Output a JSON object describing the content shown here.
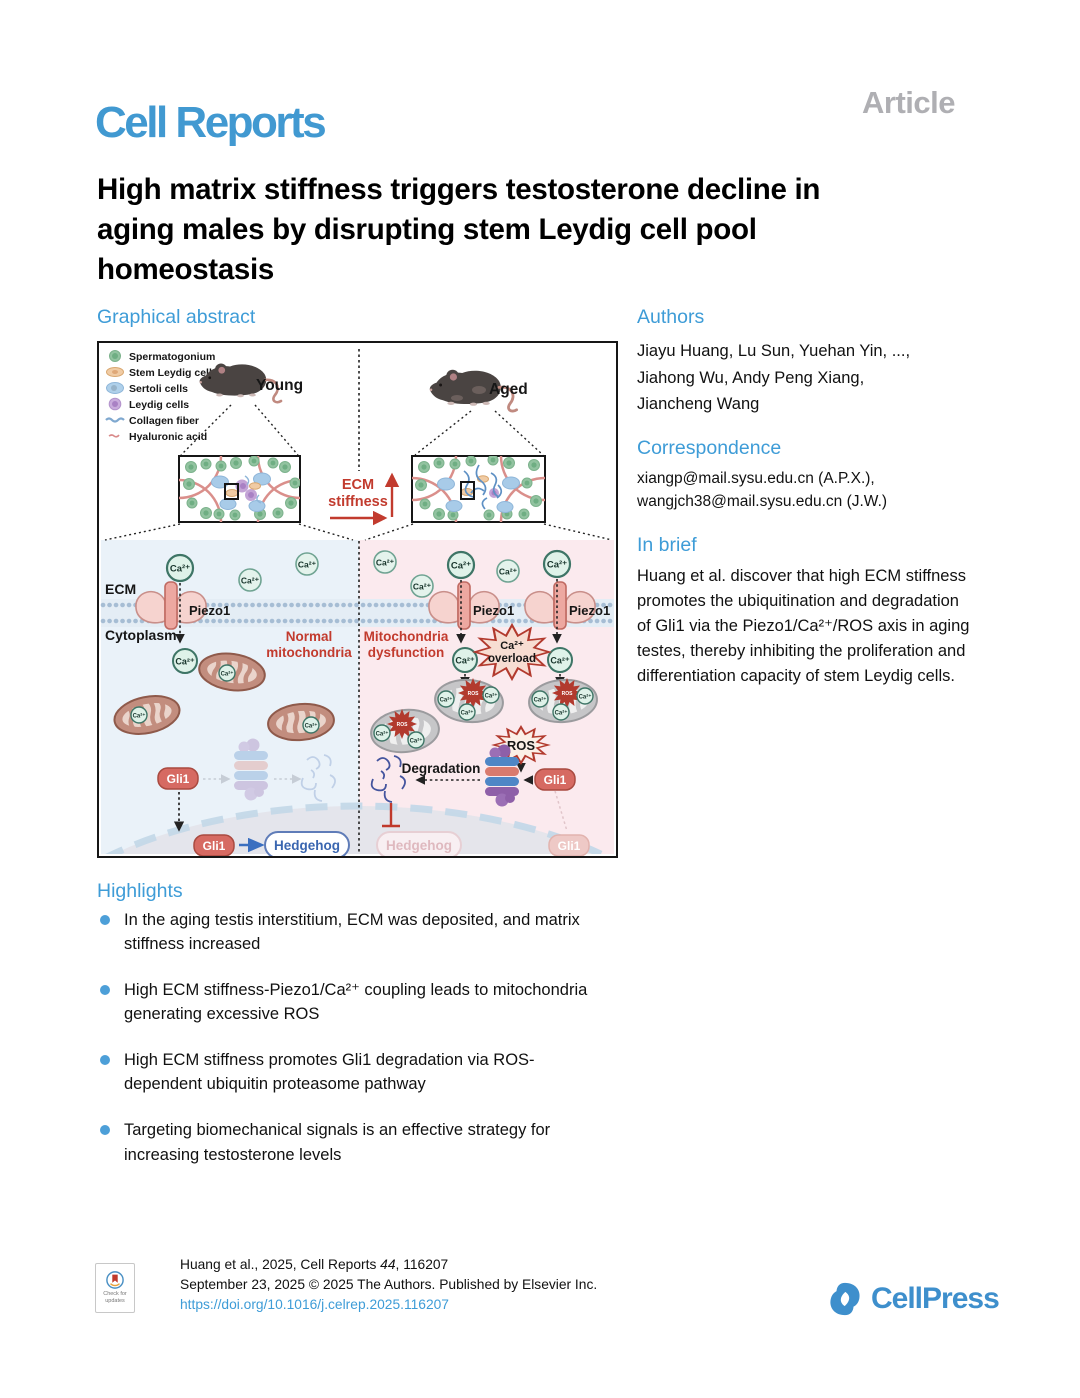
{
  "journal": {
    "name": "Cell Reports",
    "article_type": "Article"
  },
  "title_lines": [
    "High matrix stiffness triggers testosterone decline in",
    "aging males by disrupting stem Leydig cell pool",
    "homeostasis"
  ],
  "sections": {
    "graphical_abstract": "Graphical abstract",
    "authors": "Authors",
    "correspondence": "Correspondence",
    "in_brief": "In brief",
    "highlights": "Highlights"
  },
  "authors_lines": [
    "Jiayu Huang, Lu Sun, Yuehan Yin, ...,",
    "Jiahong Wu, Andy Peng Xiang,",
    "Jiancheng Wang"
  ],
  "correspondence_lines": [
    "xiangp@mail.sysu.edu.cn (A.P.X.),",
    "wangjch38@mail.sysu.edu.cn (J.W.)"
  ],
  "in_brief_text": "Huang et al. discover that high ECM stiffness promotes the ubiquitination and degradation of Gli1 via the Piezo1/Ca²⁺/ROS axis in aging testes, thereby inhibiting the proliferation and differentiation capacity of stem Leydig cells.",
  "highlights": [
    "In the aging testis interstitium, ECM was deposited, and matrix stiffness increased",
    "High ECM stiffness-Piezo1/Ca²⁺ coupling leads to mitochondria generating excessive ROS",
    "High ECM stiffness promotes Gli1 degradation via ROS-dependent ubiquitin proteasome pathway",
    "Targeting biomechanical signals is an effective strategy for increasing testosterone levels"
  ],
  "footer": {
    "citation_pre": "Huang et al., 2025, Cell Reports ",
    "citation_vol": "44",
    "citation_post": ", 116207",
    "date_line": "September 23, 2025 © 2025 The Authors. Published by Elsevier Inc.",
    "doi": "https://doi.org/10.1016/j.celrep.2025.116207",
    "publisher": "CellPress",
    "badge_line1": "Check for",
    "badge_line2": "updates"
  },
  "ga": {
    "legend": [
      "Spermatogonium",
      "Stem Leydig cells",
      "Sertoli cells",
      "Leydig cells",
      "Collagen fiber",
      "Hyaluronic acid"
    ],
    "young": "Young",
    "aged": "Aged",
    "ecm_stiffness_1": "ECM",
    "ecm_stiffness_2": "stiffness",
    "ecm": "ECM",
    "cytoplasm": "Cytoplasm",
    "piezo1": "Piezo1",
    "normal_mito_1": "Normal",
    "normal_mito_2": "mitochondria",
    "dysf_1": "Mitochondria",
    "dysf_2": "dysfunction",
    "ca": "Ca²⁺",
    "ca_overload_1": "Ca²⁺",
    "ca_overload_2": "overload",
    "ros": "ROS",
    "degradation": "Degradation",
    "gli1": "Gli1",
    "hedgehog": "Hedgehog"
  }
}
